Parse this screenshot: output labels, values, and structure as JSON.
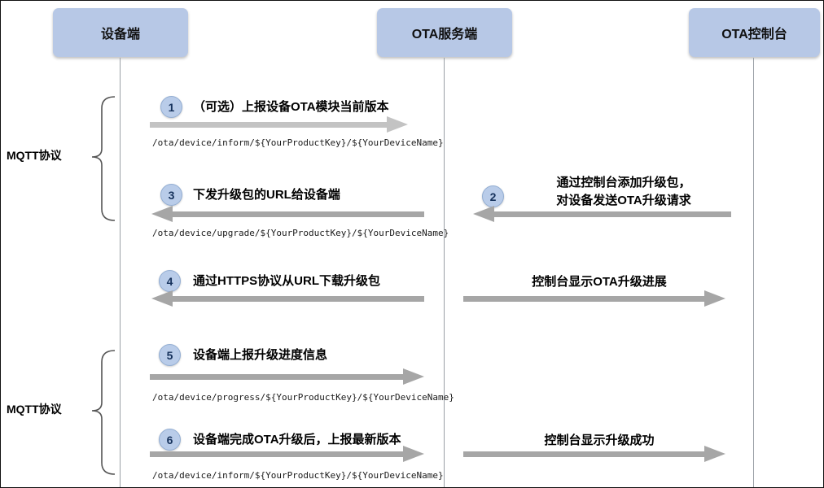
{
  "actors": [
    {
      "label": "设备端"
    },
    {
      "label": "OTA服务端"
    },
    {
      "label": "OTA控制台"
    }
  ],
  "braces": [
    {
      "label": "MQTT协议"
    },
    {
      "label": "MQTT协议"
    }
  ],
  "steps": [
    {
      "num": "1",
      "label": "（可选）上报设备OTA模块当前版本",
      "topic": "/ota/device/inform/${YourProductKey}/${YourDeviceName}"
    },
    {
      "num": "2",
      "label_line1": "通过控制台添加升级包，",
      "label_line2": "对设备发送OTA升级请求"
    },
    {
      "num": "3",
      "label": "下发升级包的URL给设备端",
      "topic": "/ota/device/upgrade/${YourProductKey}/${YourDeviceName}"
    },
    {
      "num": "4",
      "label": "通过HTTPS协议从URL下载升级包"
    },
    {
      "num": "5",
      "label": "设备端上报升级进度信息",
      "topic": "/ota/device/progress/${YourProductKey}/${YourDeviceName}"
    },
    {
      "num": "6",
      "label": "设备端完成OTA升级后，上报最新版本",
      "topic": "/ota/device/inform/${YourProductKey}/${YourDeviceName}"
    }
  ],
  "side_labels": [
    {
      "label": "控制台显示OTA升级进展"
    },
    {
      "label": "控制台显示升级成功"
    }
  ],
  "colors": {
    "actor_box": "#b7c8e6",
    "step_circle": "#b9cce9",
    "arrow": "#a6a6a6",
    "arrow_light": "#c3c3c3",
    "lifeline": "#9aa0a6",
    "text": "#000000"
  }
}
